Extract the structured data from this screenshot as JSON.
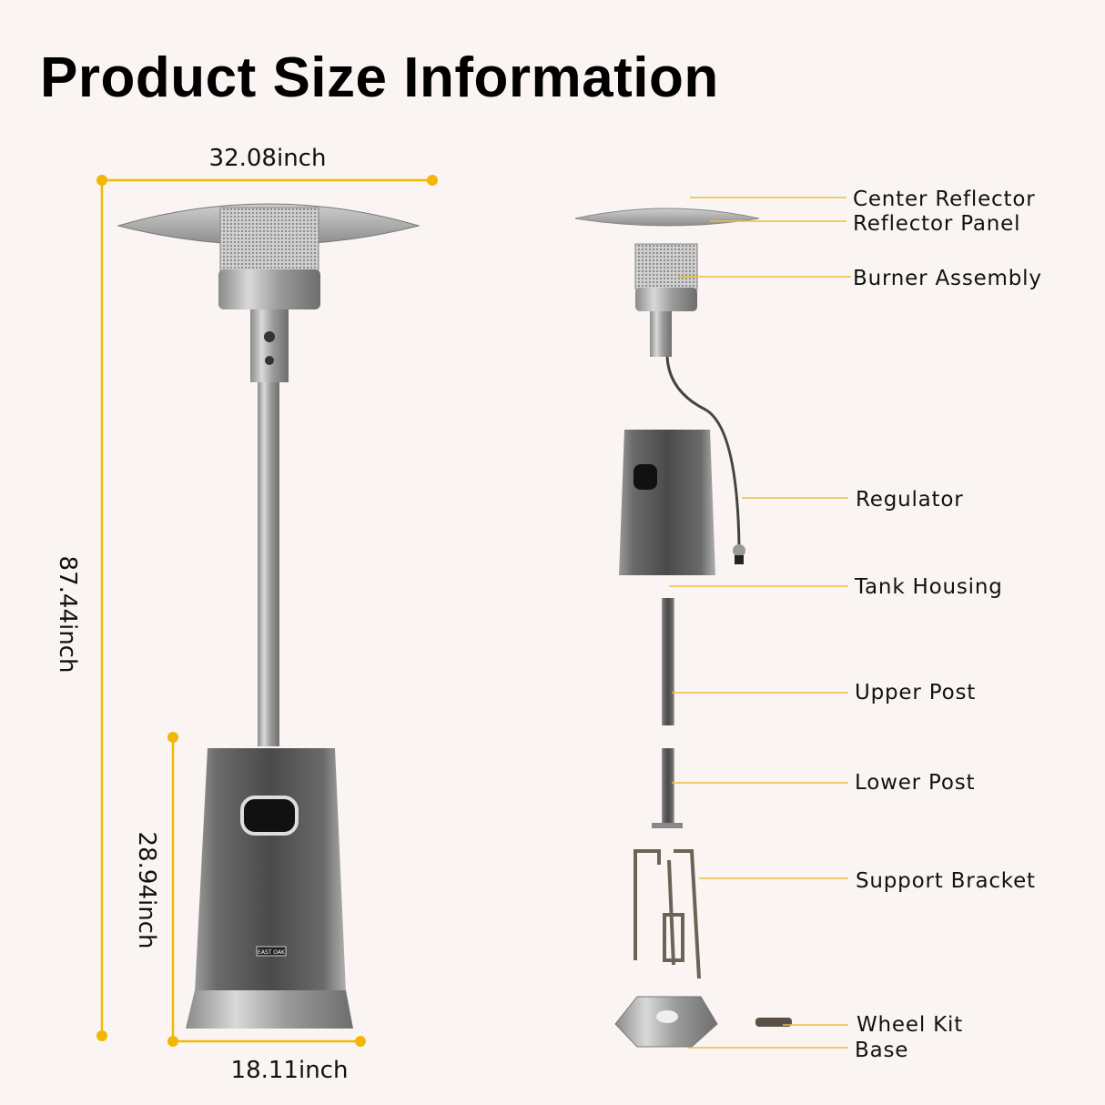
{
  "title": "Product Size Information",
  "dimensions": {
    "width": "32.08inch",
    "height": "87.44inch",
    "base_height": "28.94inch",
    "base_width": "18.11inch"
  },
  "brand_plate": "EAST OAK",
  "parts": [
    "Center Reflector",
    "Reflector Panel",
    "Burner Assembly",
    "Regulator",
    "Tank Housing",
    "Upper Post",
    "Lower Post",
    "Support Bracket",
    "Wheel Kit",
    "Base"
  ],
  "colors": {
    "background": "#faf5f2",
    "dimension_line": "#f2b705",
    "callout_line": "#e9bf3c"
  }
}
